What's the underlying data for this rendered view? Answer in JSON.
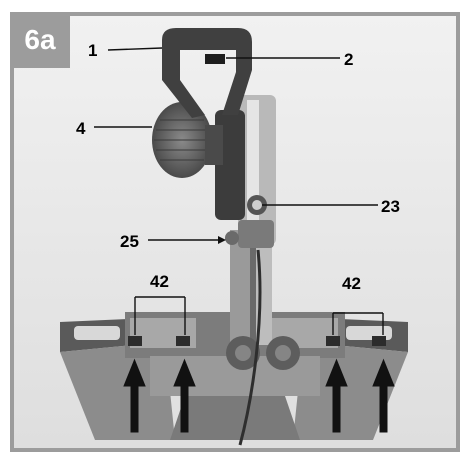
{
  "figure": {
    "badge": "6a",
    "callouts": {
      "c1": "1",
      "c2": "2",
      "c4": "4",
      "c23": "23",
      "c25": "25",
      "c42_left": "42",
      "c42_right": "42"
    },
    "colors": {
      "frame_gray": "#9c9c9c",
      "background": "#e9e9e9",
      "machine_dark": "#3a3a3a",
      "machine_mid": "#6e6e6e",
      "machine_light": "#b8b8b8",
      "arrow": "#111111"
    }
  }
}
